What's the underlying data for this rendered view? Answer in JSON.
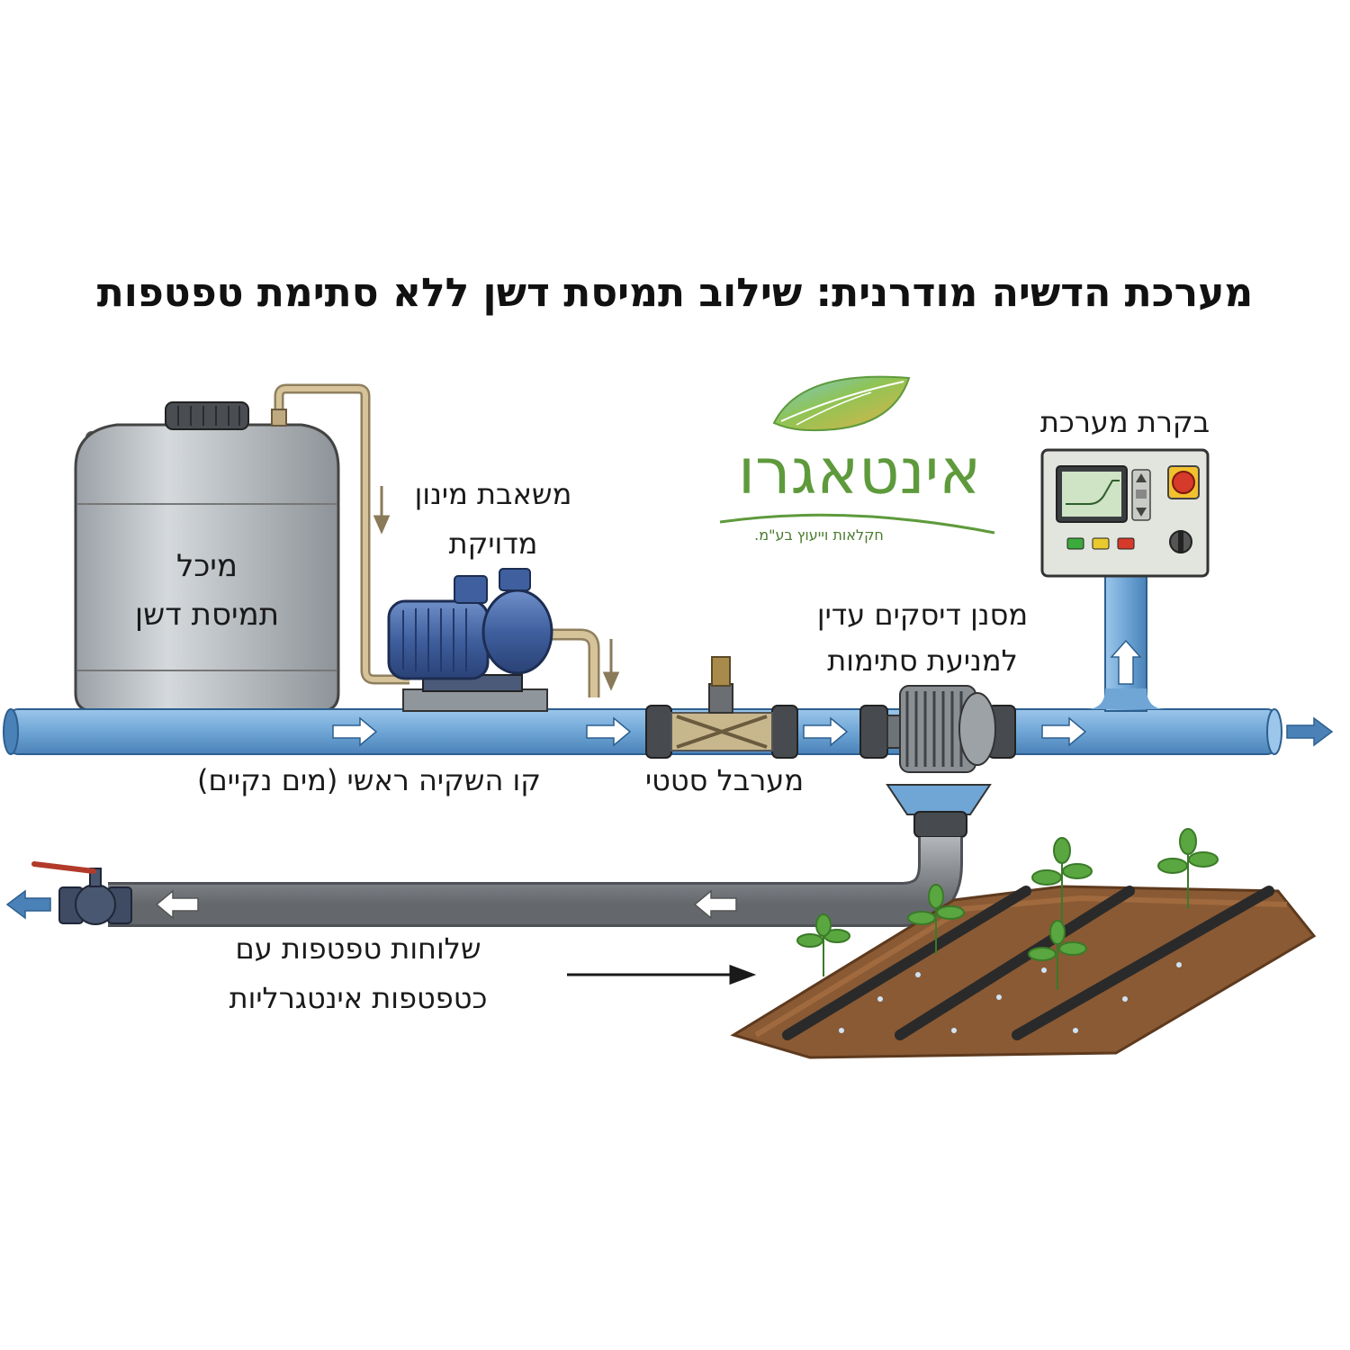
{
  "title": "מערכת הדשיה מודרנית: שילוב תמיסת דשן ללא סתימת טפטפות",
  "logo": {
    "name": "אינטאגרו",
    "tagline": "חקלאות וייעוץ בע\"מ."
  },
  "labels": {
    "tank_line1": "מיכל",
    "tank_line2": "תמיסת דשן",
    "pump_line1": "משאבת מינון",
    "pump_line2": "מדויקת",
    "main_line": "קו השקיה ראשי (מים נקיים)",
    "mixer": "מערבל סטטי",
    "filter_line1": "מסנן דיסקים עדין",
    "filter_line2": "למניעת סתימות",
    "control": "בקרת מערכת",
    "laterals_line1": "שלוחות טפטפות עם",
    "laterals_line2": "כטפטפות אינטגרליות"
  },
  "colors": {
    "water_pipe": "#6fa6d6",
    "return_pipe": "#8a8e93",
    "fertilizer_tube": "#c9b48a",
    "tank": "#bcc1c6",
    "pump": "#3f5f9e",
    "soil": "#8a5a34",
    "plant": "#5aa640",
    "logo_green": "#5e9a3c"
  }
}
